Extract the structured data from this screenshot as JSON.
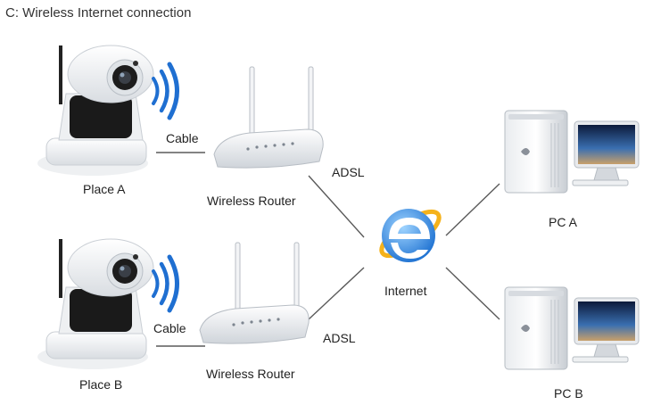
{
  "title": "C: Wireless Internet connection",
  "place_a": {
    "camera_label": "Place A",
    "cable_label": "Cable",
    "router_label": "Wireless Router",
    "link_label": "ADSL"
  },
  "place_b": {
    "camera_label": "Place B",
    "cable_label": "Cable",
    "router_label": "Wireless Router",
    "link_label": "ADSL"
  },
  "internet": {
    "label": "Internet",
    "logo_letter": "e"
  },
  "pc_a": {
    "label": "PC A"
  },
  "pc_b": {
    "label": "PC B"
  },
  "colors": {
    "line": "#5a5a5a",
    "wifi": "#1f6fd1",
    "ie_blue": "#1b7fd8",
    "ie_ring": "#f5b21b"
  }
}
